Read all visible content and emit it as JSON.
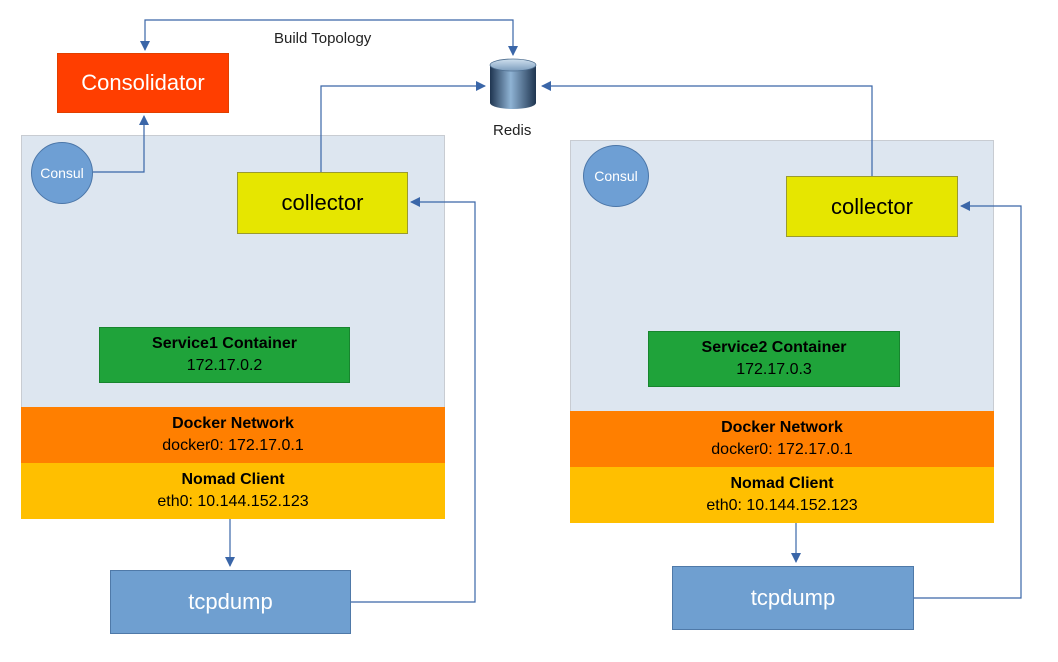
{
  "topology_label": "Build Topology",
  "redis": {
    "label": "Redis"
  },
  "consolidator": {
    "label": "Consolidator"
  },
  "hosts": [
    {
      "consul": "Consul",
      "collector": "collector",
      "service": {
        "title": "Service1 Container",
        "ip": "172.17.0.2"
      },
      "docker_network": {
        "title": "Docker Network",
        "address": "docker0: 172.17.0.1"
      },
      "nomad_client": {
        "title": "Nomad Client",
        "address": "eth0: 10.144.152.123"
      },
      "tcpdump": "tcpdump"
    },
    {
      "consul": "Consul",
      "collector": "collector",
      "service": {
        "title": "Service2 Container",
        "ip": "172.17.0.3"
      },
      "docker_network": {
        "title": "Docker Network",
        "address": "docker0: 172.17.0.1"
      },
      "nomad_client": {
        "title": "Nomad Client",
        "address": "eth0: 10.144.152.123"
      },
      "tcpdump": "tcpdump"
    }
  ],
  "colors": {
    "consolidator": "#ff3e00",
    "collector": "#e6e600",
    "service": "#1fa33a",
    "docker_network": "#ff7f00",
    "nomad_client": "#ffbf00",
    "consul": "#6e9fd4",
    "tcpdump": "#6f9fd0",
    "host_background": "#dde6f0",
    "connector": "#3a66a8"
  }
}
